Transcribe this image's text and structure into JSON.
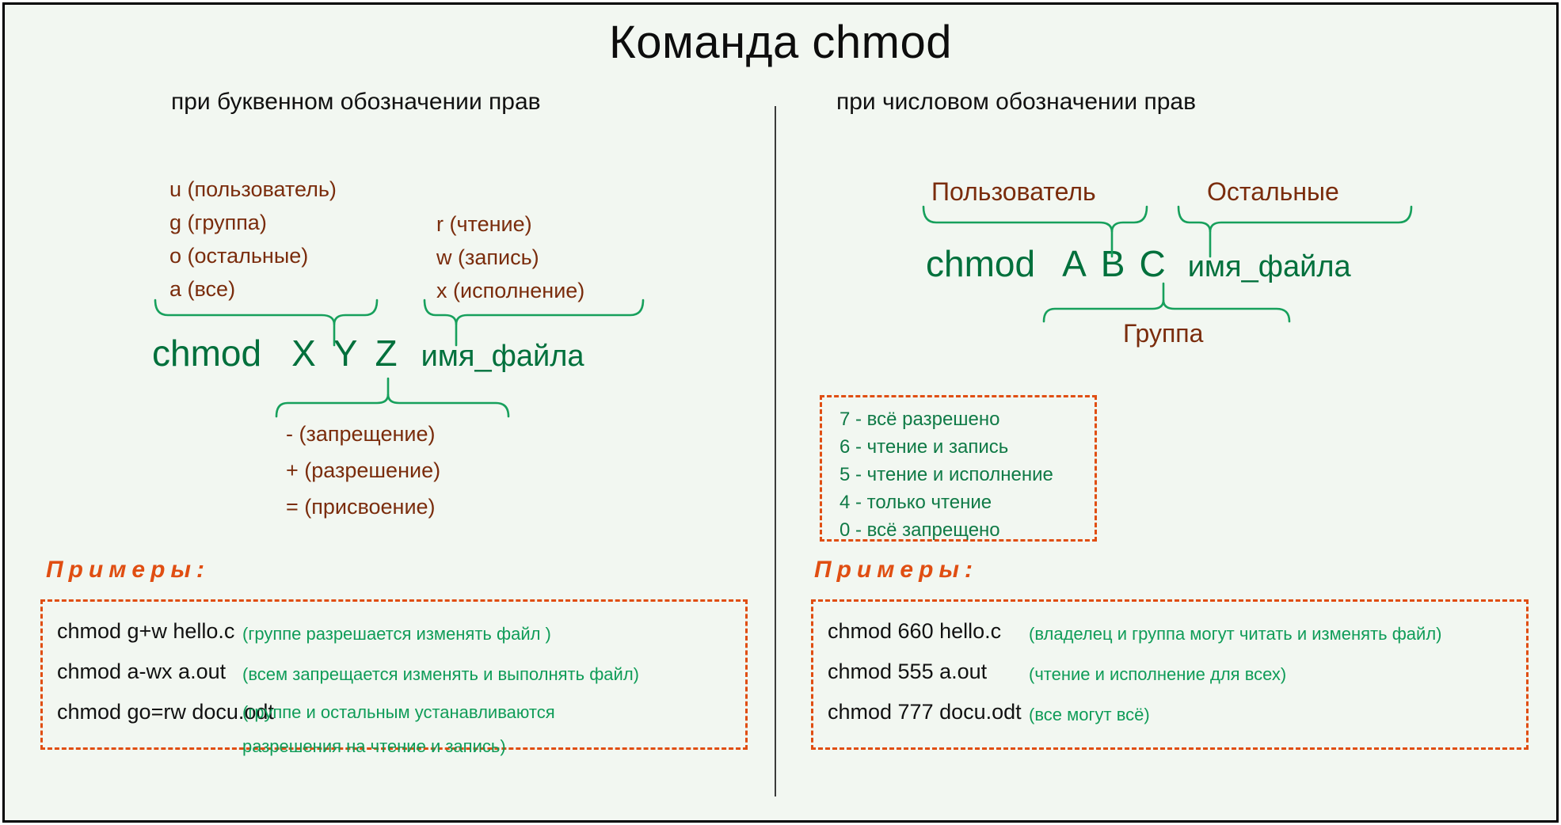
{
  "title": "Команда chmod",
  "colors": {
    "background": "#f2f7f1",
    "brown": "#7a2c0c",
    "green": "#00703c",
    "green_light": "#0f9c58",
    "orange": "#e04e12",
    "black": "#111111"
  },
  "left_panel": {
    "heading": "при буквенном обозначении прав",
    "who_list": [
      "u (пользователь)",
      "g (группа)",
      "o (остальные)",
      "a (все)"
    ],
    "perm_list": [
      "r (чтение)",
      "w (запись)",
      "x (исполнение)"
    ],
    "op_list": [
      "- (запрещение)",
      "+ (разрешение)",
      "= (присвоение)"
    ],
    "formula": {
      "command": "chmod",
      "slot1": "X",
      "slot2": "Y",
      "slot3": "Z",
      "filename": "имя_файла"
    },
    "examples_title": "Примеры:",
    "examples": [
      {
        "command": "chmod g+w hello.c",
        "description": "(группе разрешается изменять файл )"
      },
      {
        "command": "chmod a-wx a.out",
        "description": "(всем запрещается изменять и выполнять файл)"
      },
      {
        "command": "chmod go=rw docu.odt",
        "description": "(группе и остальным устанавливаются"
      },
      {
        "command": "",
        "description": "разрешения на чтение и запись)"
      }
    ]
  },
  "right_panel": {
    "heading": "при числовом обозначении прав",
    "brace_labels": {
      "user": "Пользователь",
      "other": "Остальные",
      "group": "Группа"
    },
    "formula": {
      "command": "chmod",
      "slot1": "A",
      "slot2": "B",
      "slot3": "C",
      "filename": "имя_файла"
    },
    "codes": [
      "7 - всё разрешено",
      "6 - чтение и запись",
      "5 - чтение и исполнение",
      "4 - только чтение",
      "0 - всё запрещено"
    ],
    "examples_title": "Примеры:",
    "examples": [
      {
        "command": "chmod 660 hello.c",
        "description": "(владелец и группа могут читать и изменять файл)"
      },
      {
        "command": "chmod 555 a.out",
        "description": "(чтение и исполнение для всех)"
      },
      {
        "command": "chmod 777 docu.odt",
        "description": "(все могут всё)"
      }
    ]
  }
}
